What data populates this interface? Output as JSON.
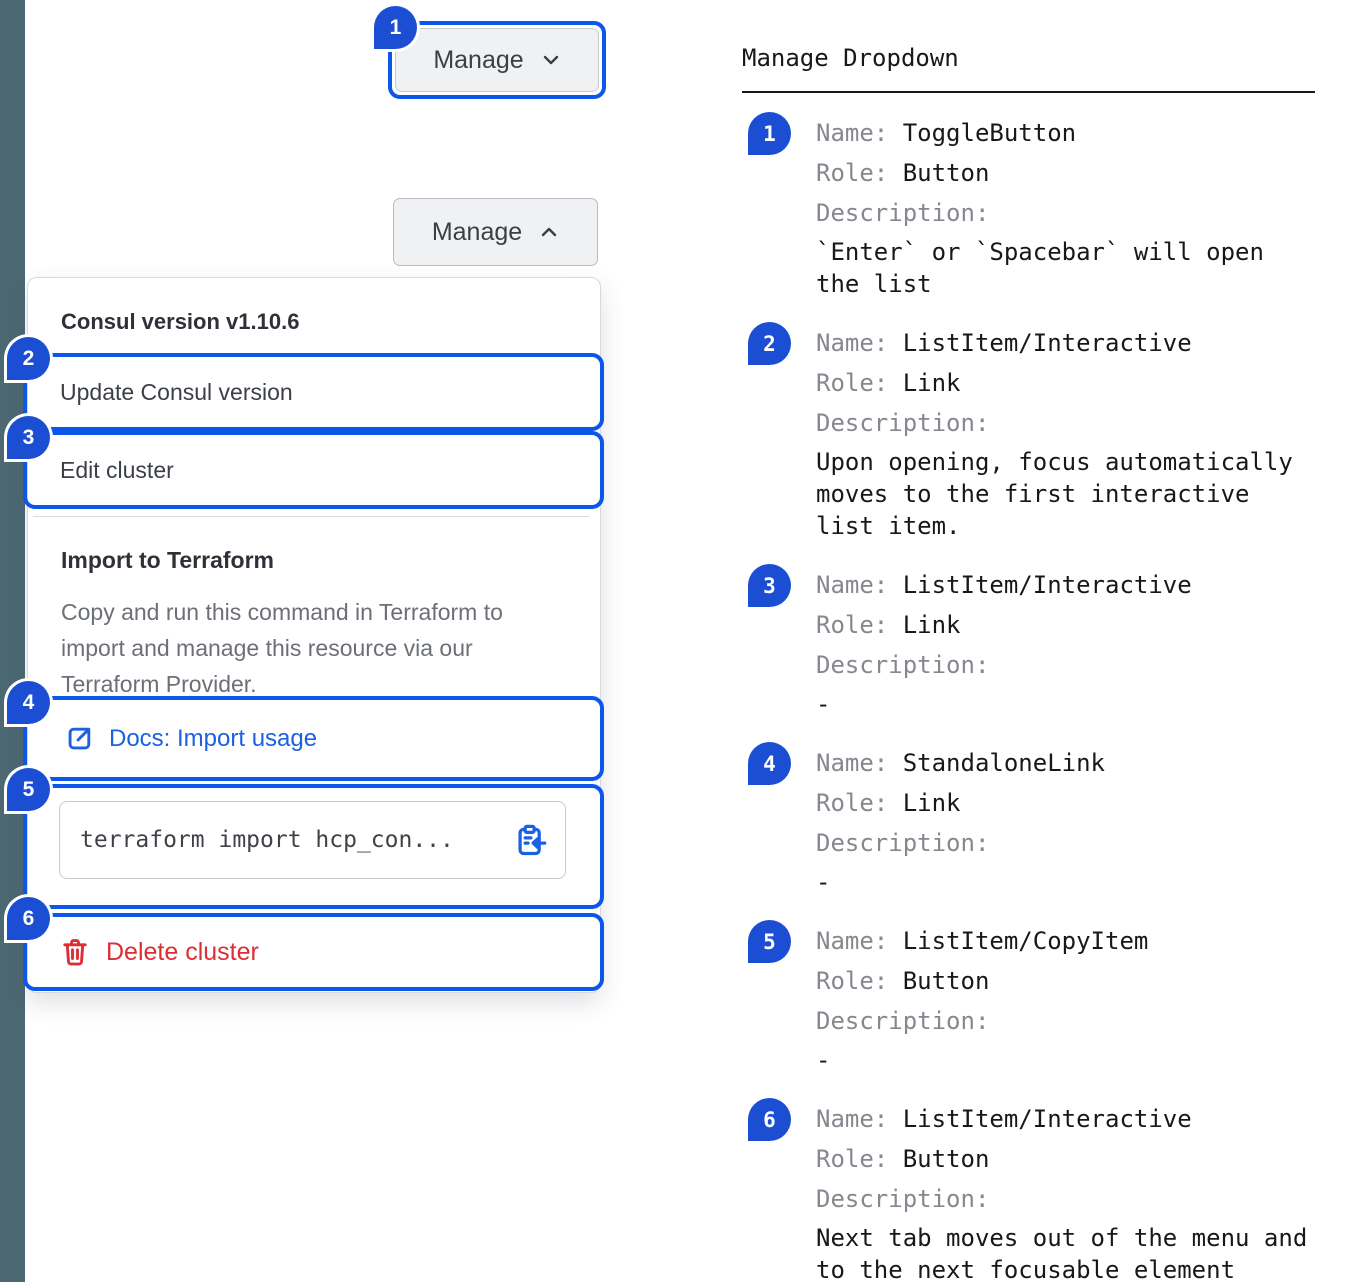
{
  "left": {
    "toggle_collapsed": {
      "label": "Manage"
    },
    "toggle_expanded": {
      "label": "Manage"
    },
    "dropdown": {
      "version_label": "Consul version v1.10.6",
      "update_label": "Update Consul version",
      "edit_label": "Edit cluster",
      "import_title": "Import to Terraform",
      "import_description": "Copy and run this command in Terraform to import and manage this resource via our Terraform Provider.",
      "docs_label": "Docs: Import usage",
      "code_snippet": "terraform import hcp_con...",
      "delete_label": "Delete cluster"
    },
    "badges": [
      "1",
      "2",
      "3",
      "4",
      "5",
      "6"
    ]
  },
  "right": {
    "title": "Manage Dropdown",
    "labels": {
      "name": "Name:",
      "role": "Role:",
      "description": "Description:"
    },
    "items": [
      {
        "badge": "1",
        "name": "ToggleButton",
        "role": "Button",
        "description": "`Enter` or `Spacebar` will open the list"
      },
      {
        "badge": "2",
        "name": "ListItem/Interactive",
        "role": "Link",
        "description": "Upon opening, focus automatically moves to the first interactive list item."
      },
      {
        "badge": "3",
        "name": "ListItem/Interactive",
        "role": "Link",
        "description": "-"
      },
      {
        "badge": "4",
        "name": "StandaloneLink",
        "role": "Link",
        "description": "-"
      },
      {
        "badge": "5",
        "name": "ListItem/CopyItem",
        "role": "Button",
        "description": "-"
      },
      {
        "badge": "6",
        "name": "ListItem/Interactive",
        "role": "Button",
        "description": "Next tab moves out of the menu and to the next focusable element"
      }
    ]
  },
  "colors": {
    "side_strip": "#4c6872",
    "badge_blue": "#1b4ed2",
    "focus_ring_blue": "#0c56e9",
    "link_blue": "#1c61e3",
    "critical_red": "#dc2e33",
    "button_fill": "#f0f1f2"
  }
}
